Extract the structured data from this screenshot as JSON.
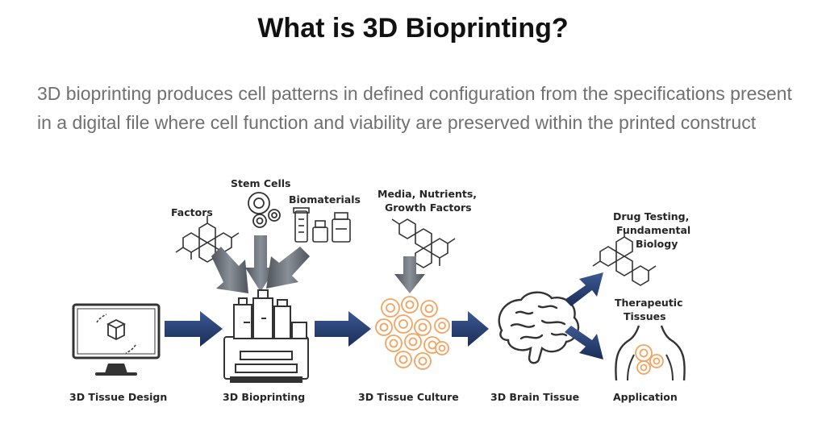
{
  "title": "What is 3D Bioprinting?",
  "description": "3D bioprinting produces cell patterns in defined configuration from the specifications present in a digital file where cell function and viability are preserved within the printed construct",
  "inputs": {
    "factors": "Factors",
    "stem_cells": "Stem Cells",
    "biomaterials": "Biomaterials",
    "media_line1": "Media, Nutrients,",
    "media_line2": "Growth Factors",
    "drug_line1": "Drug Testing,",
    "drug_line2": "Fundamental",
    "drug_line3": "Biology",
    "therapeutic_line1": "Therapeutic",
    "therapeutic_line2": "Tissues"
  },
  "stages": {
    "design": "3D Tissue Design",
    "bioprinting": "3D Bioprinting",
    "culture": "3D Tissue Culture",
    "brain": "3D Brain Tissue",
    "application": "Application"
  },
  "colors": {
    "arrow_navy": "#1f3566",
    "arrow_gray": "#6a6f76",
    "cell_orange": "#f4a460",
    "icon_dark": "#333333"
  }
}
